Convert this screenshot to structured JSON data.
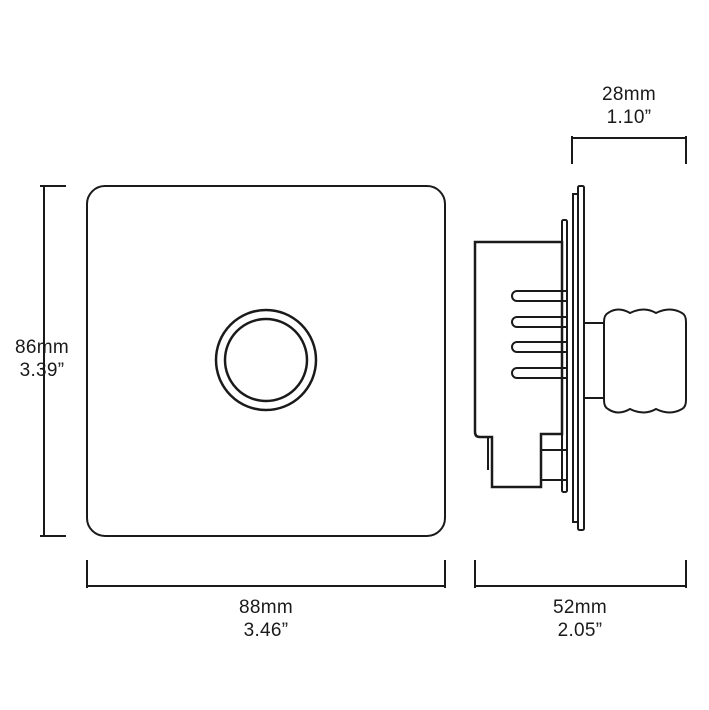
{
  "dimensions": {
    "height": {
      "metric": "86mm",
      "imperial": "3.39”"
    },
    "width": {
      "metric": "88mm",
      "imperial": "3.46”"
    },
    "depth": {
      "metric": "52mm",
      "imperial": "2.05”"
    },
    "knob_depth": {
      "metric": "28mm",
      "imperial": "1.10”"
    }
  },
  "colors": {
    "stroke": "#1a1a1a",
    "background": "#ffffff"
  }
}
